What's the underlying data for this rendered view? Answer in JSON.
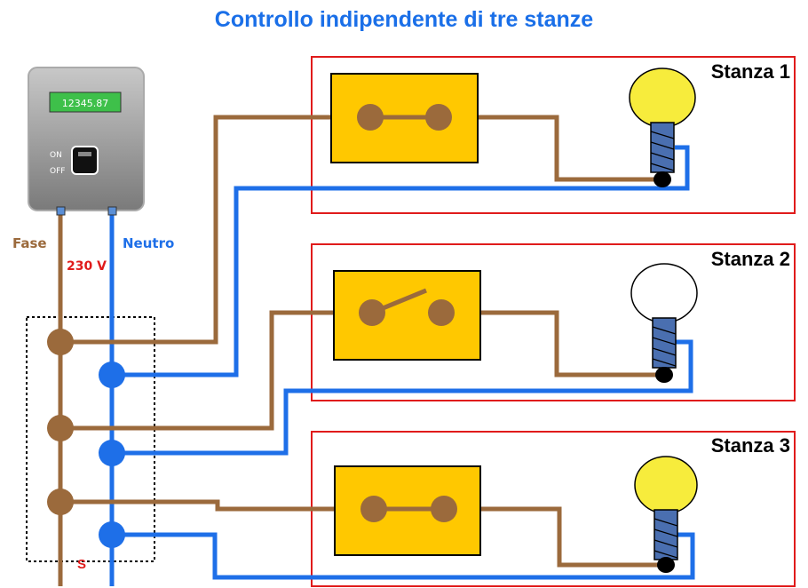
{
  "title": "Controllo indipendente di tre stanze",
  "meter": {
    "display": "12345.87",
    "on_label": "ON",
    "off_label": "OFF"
  },
  "labels": {
    "phase": "Fase",
    "neutral": "Neutro",
    "voltage": "230 V",
    "junction": "S"
  },
  "rooms": [
    {
      "name": "Stanza 1",
      "switch_state": "closed",
      "lamp_on": true
    },
    {
      "name": "Stanza 2",
      "switch_state": "open",
      "lamp_on": false
    },
    {
      "name": "Stanza 3",
      "switch_state": "closed",
      "lamp_on": true
    }
  ],
  "colors": {
    "phase_wire": "#9b6a3c",
    "neutral_wire": "#1e6fe8",
    "room_border": "#e01b1b",
    "switch_box": "#ffc800",
    "lamp_on": "#f7ec3c",
    "lamp_off": "#ffffff",
    "voltage_text": "#e01b1b"
  }
}
